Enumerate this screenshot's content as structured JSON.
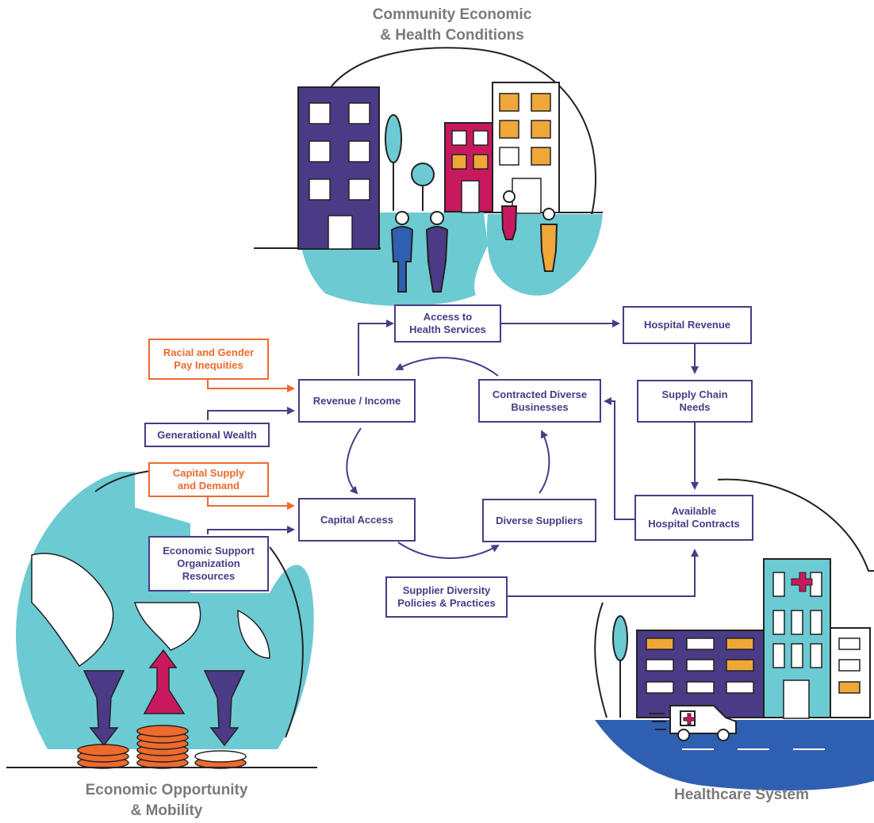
{
  "sections": {
    "community": "Community Economic\n& Health Conditions",
    "economic": "Economic Opportunity\n& Mobility",
    "healthcare": "Healthcare System"
  },
  "boxes": {
    "access_health": "Access to\nHealth Services",
    "hospital_revenue": "Hospital Revenue",
    "supply_chain": "Supply Chain\nNeeds",
    "available_contracts": "Available\nHospital Contracts",
    "contracted_diverse": "Contracted Diverse\nBusinesses",
    "diverse_suppliers": "Diverse Suppliers",
    "revenue_income": "Revenue / Income",
    "capital_access": "Capital Access",
    "racial_gender": "Racial and Gender\nPay Inequities",
    "generational_wealth": "Generational Wealth",
    "capital_supply": "Capital Supply\nand Demand",
    "economic_support": "Economic Support\nOrganization\nResources",
    "supplier_diversity": "Supplier Diversity\nPolicies & Practices"
  },
  "colors": {
    "primary": "#4b3a86",
    "accent_orange": "#ee6a2d",
    "teal": "#6ccad3",
    "magenta": "#c8195e",
    "gold": "#f0a73a",
    "road_blue": "#2f5fb0"
  }
}
